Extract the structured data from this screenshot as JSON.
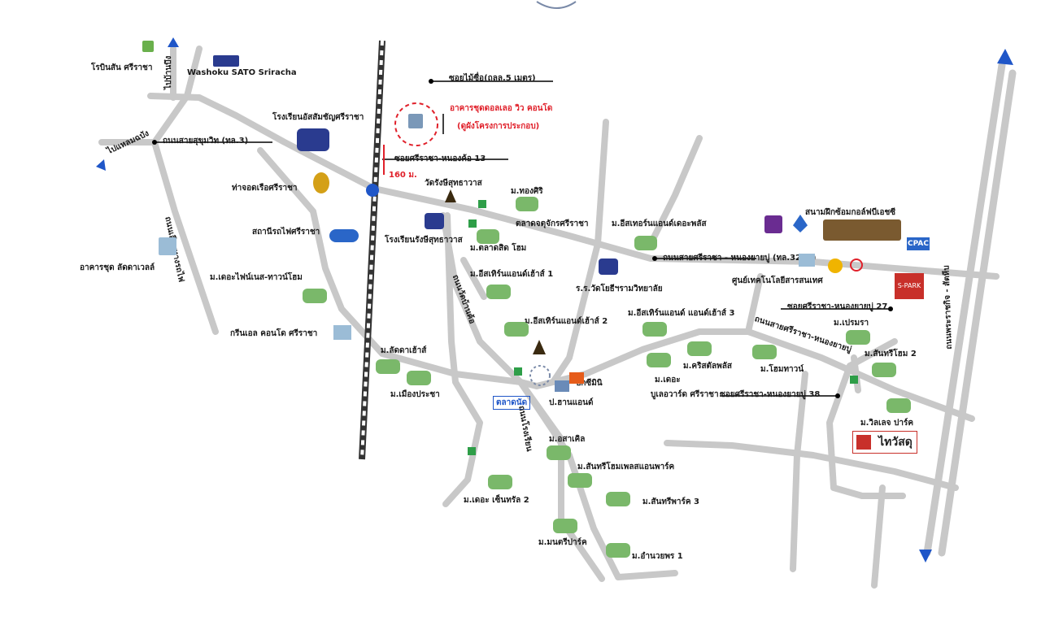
{
  "map": {
    "roads_color": "#c8c8c8",
    "rail_color": "#333333",
    "accent_red": "#e0202a",
    "direction_blue": "#1f56c8",
    "labels": {
      "robinson": "โรบินสัน ศรีราชา",
      "washoku": "Washoku SATO Sriracha",
      "to_banbueng": "ไปบ้านบึง",
      "to_laemchabang": "ไปแหลมฉบัง",
      "sukhumvit": "ถนนสายสุขุมวิท (ทล.3)",
      "assumption_school": "โรงเรียนอัสสัมชัญศรีราชา",
      "soi_maiseub": "ซอยไม้ซื่อ(ถลล.5 เมตร)",
      "project_line1": "อาคารชุดดอลเลอ วิว คอนโด",
      "project_line2": "(ดูผังโครงการประกอบ)",
      "soi_nongkho13": "ซอยศรีราชา-หนองค้อ 13",
      "dist_160": "160 ม.",
      "wat_rangsi": "วัดรังษีสุทธาวาส",
      "port": "ท่าจอดเรือศรีราชา",
      "thongsiri": "ม.ทองศิริ",
      "talad_pattana": "ตลาดจตุจักรศรีราชา",
      "rail_station": "สถานีรถไฟศรีราชา",
      "rangsi_school": "โรงเรียนรังษีสุทธาวาส",
      "talad_silhome": "ม.ตลาดสิด โฮม",
      "condo_lattawell": "อาคารชุด ลัดดาเวลล์",
      "blue_ballroad": "ถนนเลียบทางรถไฟ",
      "eastern_inter": "ม.อีสเทอร์นแอนด์เดอะพลัส",
      "golf": "สนามฝึกซ้อมกอล์ฟบีเอชซี",
      "cpac": "CPAC",
      "road_nongyaiboo": "ถนนสายศรีราชา - หนองยายบู่ (ทล.3241)",
      "cpall_center": "ศูนย์เทคโนโลยีสารสนเทศ",
      "eastern_house1": "ม.อีสเทิร์นแอนด์เฮ้าส์ 1",
      "vocational": "ร.ร.วัดโยธีฯรามวิทยาลัย",
      "s_park": "S-PARK",
      "soi_nongyaiboo27": "ซอยศรีราชา-หนองยายบู่ 27",
      "the_finest": "ม.เดอะไฟน์เนส-ทาวน์โฮม",
      "eastern_house2": "ม.อีสเทิร์นแอนด์เฮ้าส์ 2",
      "eastern_house3": "ม.อีสเทิร์นแอนด์ แอนด์เฮ้าส์ 3",
      "premmara": "ม.เปรมรา",
      "green_condo": "กรีนเอล คอนโด ศรีราชา",
      "road_nongyaiboo2": "ถนนสายศรีราชา-หนองยายบู่",
      "santhi_home2": "ม.สันทรีโฮม 2",
      "ladda_house": "ม.ลัดดาเฮ้าส์",
      "kristal": "ม.คริสตัลพลัส",
      "home_town": "ม.โฮมทาวน์",
      "the_boulevard": "ม.เดอะ",
      "boulevard2": "บูเลอวาร์ด ศรีราชา",
      "big_c": "บิ๊กซีมินิ",
      "pt_and": "ป.ฮานแอนด์",
      "market_label": "ตลาดนัด",
      "muang_prachya": "ม.เมืองประชา",
      "soi_nongyaiboo38": "ซอยศรีราชา-หนองยายบู่ 38",
      "village_park": "ม.วิลเลจ ปาร์ค",
      "thaiwatsadu": "ไทวัสดุ",
      "asia_bg": "ม.อสาเคิล",
      "santhi_homepark": "ม.สันทรีโฮมเพลสแอนพาร์ค",
      "the_central2": "ม.เดอะ เซ็นทรัล 2",
      "santhi_park3": "ม.สันทรีพาร์ค 3",
      "main_park": "ม.มนตรีปาร์ค",
      "amnuay1": "ม.อำนวยพร 1",
      "road_chonburi": "ถนนพระราชกิจ - สัตหีบ",
      "wat_road": "ถนนวัดบ้านค้อ",
      "school_road": "ถนนโรงเรียน"
    }
  }
}
